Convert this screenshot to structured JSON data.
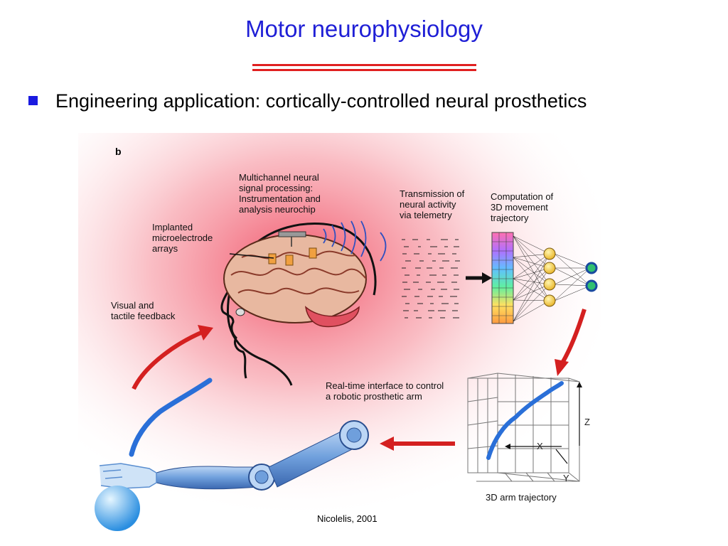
{
  "slide": {
    "title": "Motor neurophysiology",
    "bullet": "Engineering application: cortically-controlled neural prosthetics",
    "citation": "Nicolelis, 2001"
  },
  "figure": {
    "panel": "b",
    "labels": {
      "multichannel": "Multichannel neural\nsignal processing:\nInstrumentation and\nanalysis neurochip",
      "implanted": "Implanted\nmicroelectrode\narrays",
      "transmission": "Transmission of\nneural activity\nvia telemetry",
      "computation": "Computation of\n3D movement\ntrajectory",
      "feedback": "Visual and\ntactile feedback",
      "realtime": "Real-time interface to control\na robotic prosthetic arm",
      "arm_trajectory": "3D arm trajectory"
    },
    "axes": {
      "z": "Z",
      "x": "X",
      "y": "Y"
    }
  },
  "colors": {
    "title": "#1f1fd6",
    "rule": "#e02020",
    "bullet": "#1a1ae0",
    "glow": "#f26a7a",
    "arrow": "#d42020",
    "trajectory": "#2a6fd8"
  }
}
